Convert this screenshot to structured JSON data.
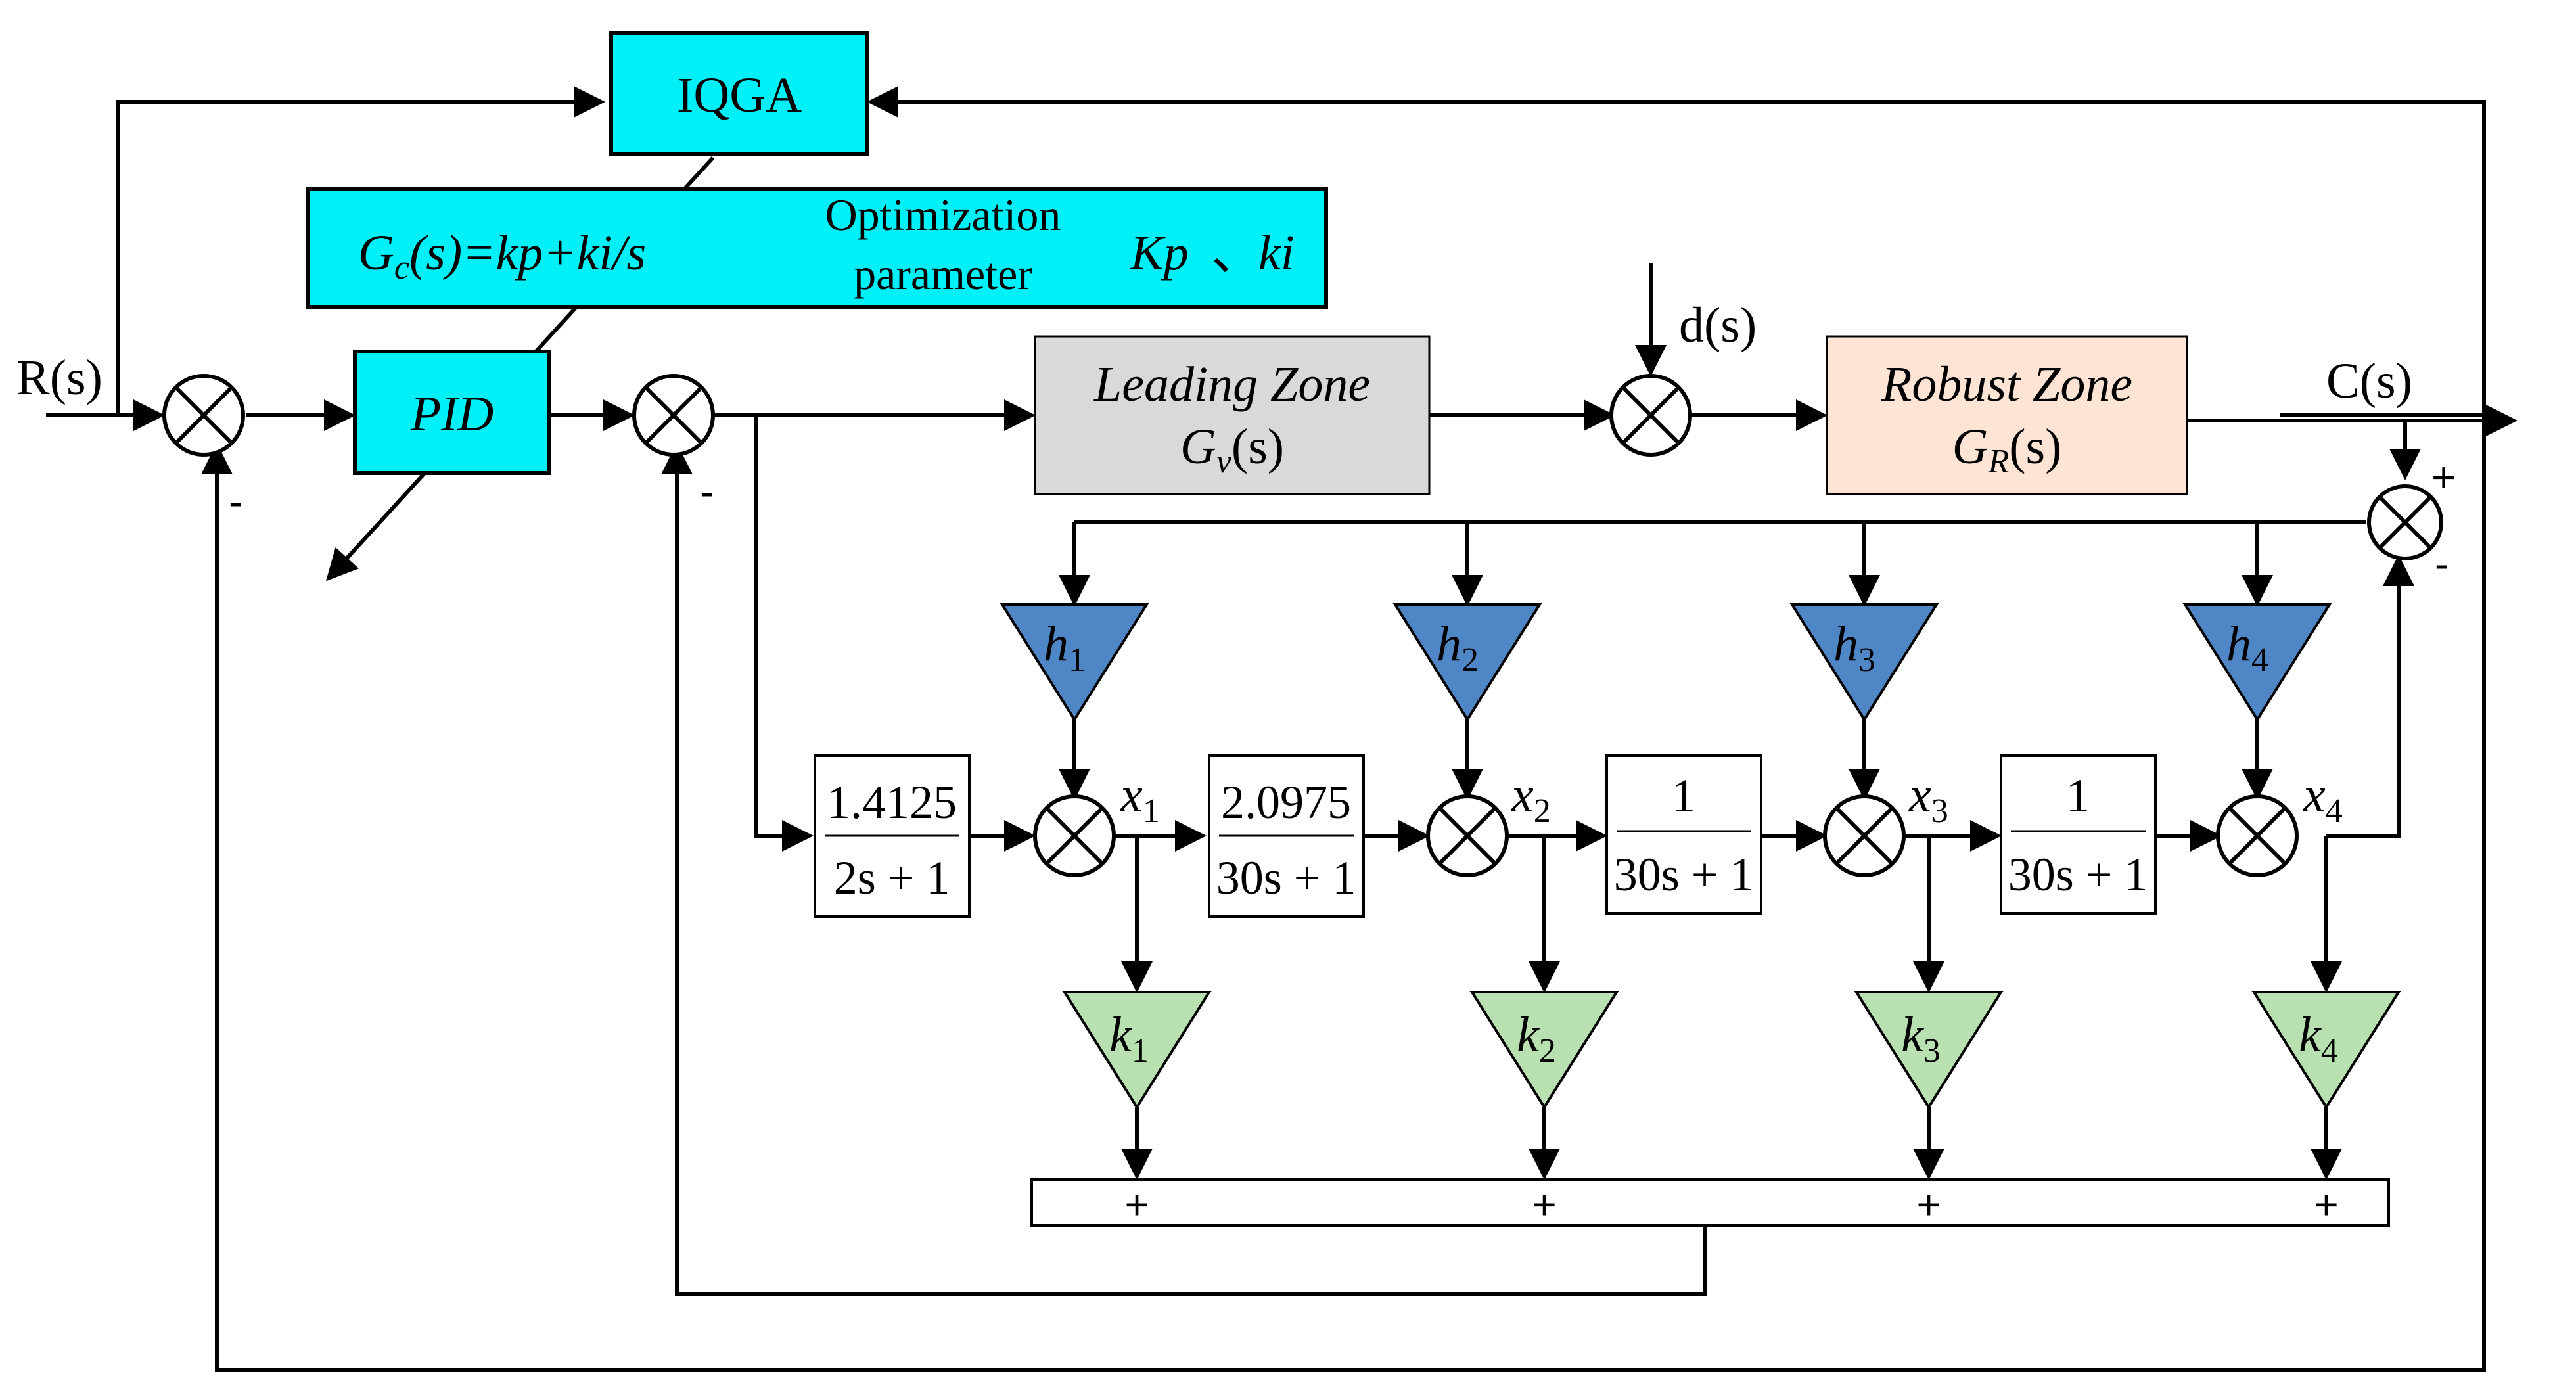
{
  "diagram": {
    "blocks": {
      "iqga": "IQGA",
      "pid": "PID",
      "leading_zone": {
        "name": "Leading Zone",
        "tf": "G",
        "tf_sub": "v",
        "tf_arg": "(s)"
      },
      "robust_zone": {
        "name": "Robust Zone",
        "tf": "G",
        "tf_sub": "R",
        "tf_arg": "(s)"
      }
    },
    "optimization_bar": {
      "formula_g": "G",
      "formula_sub": "c",
      "formula_rest": "(s)=kp+ki/s",
      "optimization": "Optimization",
      "parameter": "parameter",
      "kp": "Kp",
      "sep": "、",
      "ki": "ki"
    },
    "signals": {
      "input": "R(s)",
      "disturbance": "d(s)",
      "output": "C(s)"
    },
    "signs": {
      "minus": "-",
      "plus": "+"
    },
    "stages": [
      {
        "num": "1.4125",
        "den": "2s + 1",
        "x": "x",
        "h": "h",
        "k": "k",
        "idx": "1"
      },
      {
        "num": "2.0975",
        "den": "30s + 1",
        "x": "x",
        "h": "h",
        "k": "k",
        "idx": "2"
      },
      {
        "num": "1",
        "den": "30s + 1",
        "x": "x",
        "h": "h",
        "k": "k",
        "idx": "3"
      },
      {
        "num": "1",
        "den": "30s + 1",
        "x": "x",
        "h": "h",
        "k": "k",
        "idx": "4"
      }
    ],
    "colors": {
      "cyan": "#00f0f8",
      "leading_fill": "#d9d9d9",
      "robust_fill": "#fde4d4",
      "h_fill": "#4f86c6",
      "k_fill": "#b8e0b0"
    }
  }
}
